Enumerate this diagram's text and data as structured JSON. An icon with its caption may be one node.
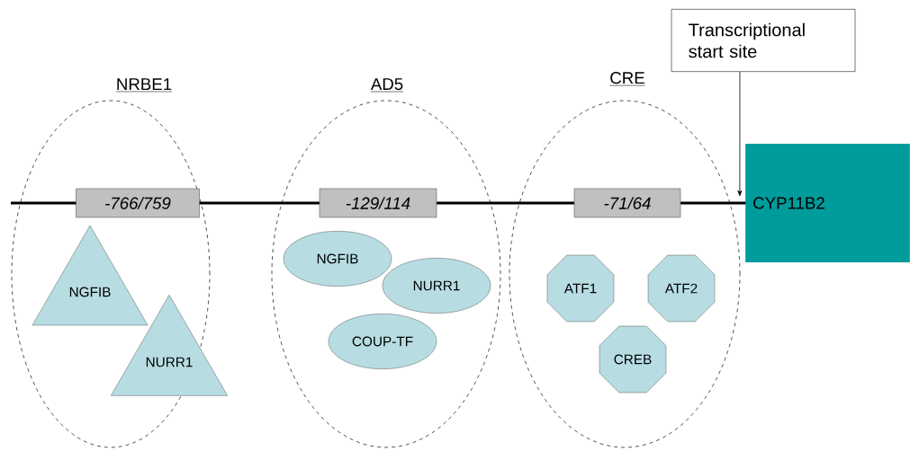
{
  "diagram": {
    "nodes": [
      {
        "text": [
          "NRBE1"
        ]
      },
      {
        "text": [
          "-766/759"
        ],
        "in": 0
      },
      {
        "text": [
          "NGFIB"
        ],
        "in": 0
      },
      {
        "text": [
          "NURR1"
        ],
        "in": 0
      },
      {
        "text": [
          "AD5"
        ]
      },
      {
        "text": [
          "-129/114"
        ],
        "in": 4
      },
      {
        "text": [
          "NGFIB"
        ],
        "in": 4
      },
      {
        "text": [
          "NURR1"
        ],
        "in": 4
      },
      {
        "text": [
          "COUP-TF"
        ],
        "in": 4
      },
      {
        "text": [
          "CRE"
        ]
      },
      {
        "text": [
          "-71/64"
        ],
        "in": 9
      },
      {
        "text": [
          "ATF1"
        ],
        "in": 9
      },
      {
        "text": [
          "ATF2"
        ],
        "in": 9
      },
      {
        "text": [
          "CREB"
        ],
        "in": 9
      },
      {
        "text": [
          "Transcriptional start site"
        ]
      },
      {
        "text": [
          "CYP11B2"
        ]
      }
    ],
    "edges": [
      {
        "from": 14,
        "to": 15,
        "arrow": "to"
      }
    ]
  }
}
